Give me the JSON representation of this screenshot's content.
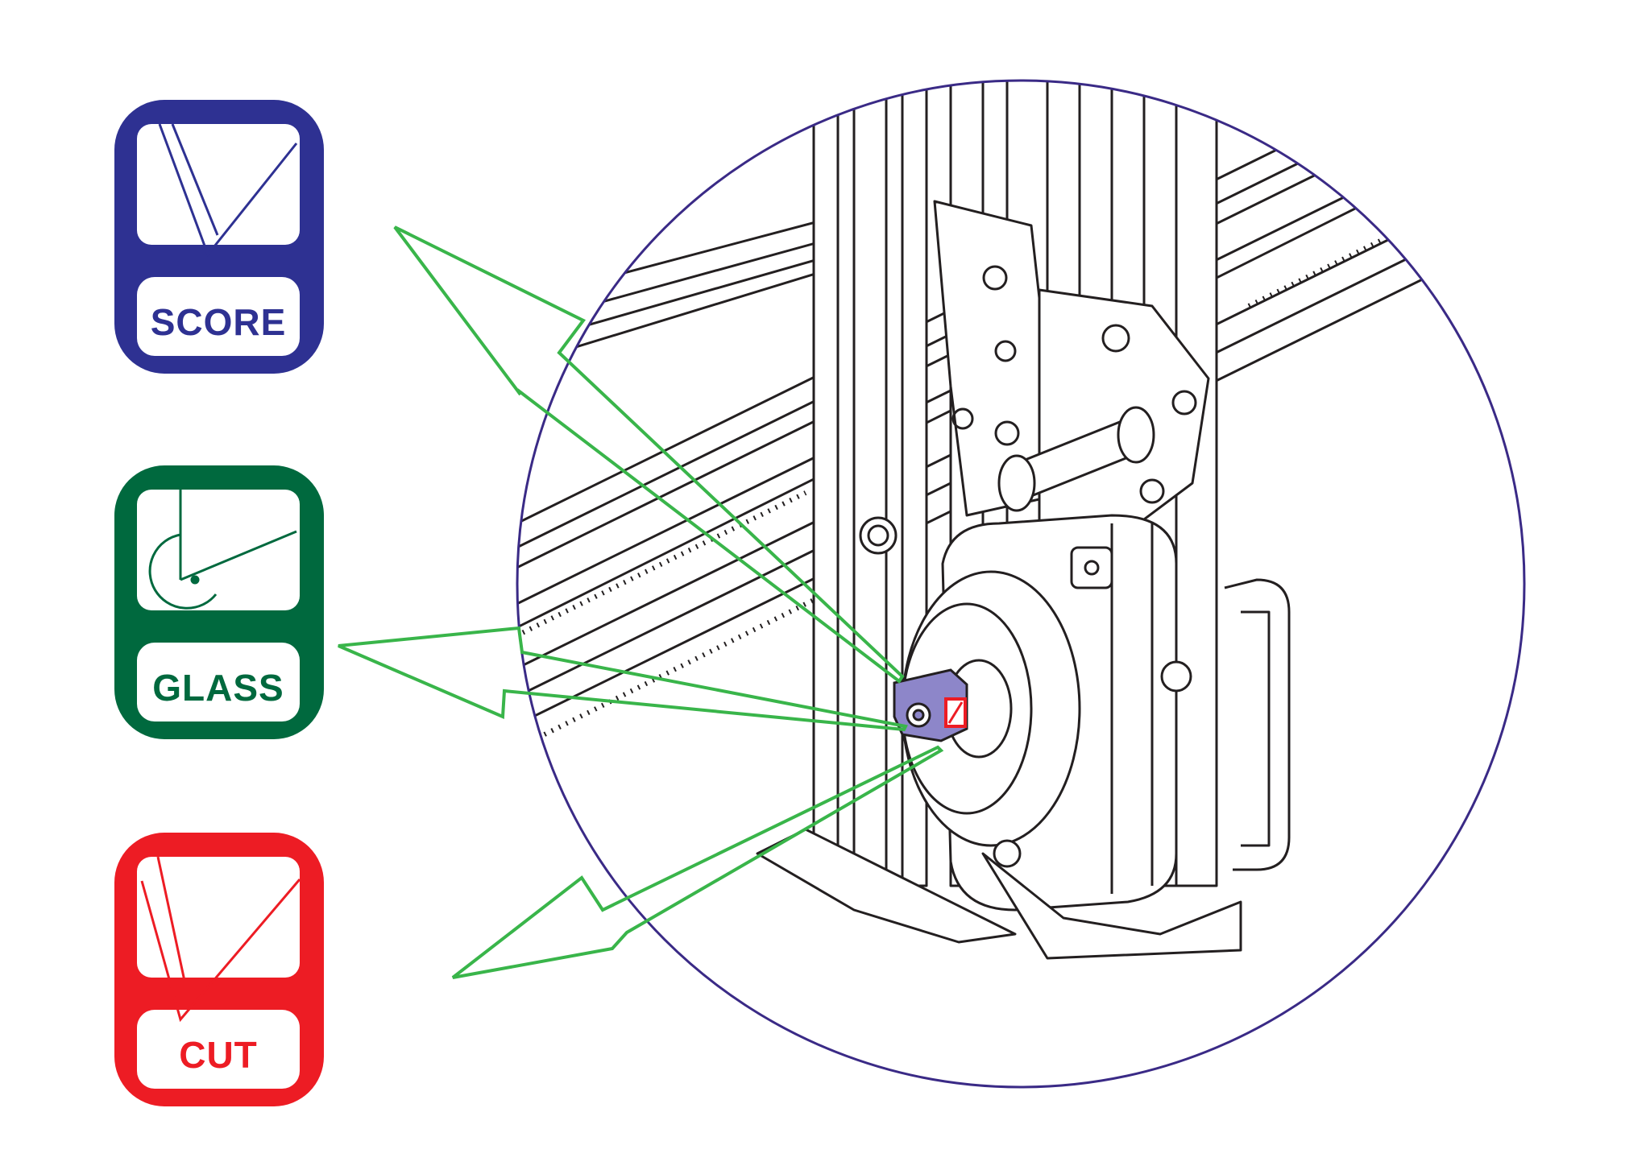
{
  "modes": [
    {
      "id": "score",
      "label": "SCORE",
      "color": "#2e3192"
    },
    {
      "id": "glass",
      "label": "GLASS",
      "color": "#00693e"
    },
    {
      "id": "cut",
      "label": "CUT",
      "color": "#ed1c24"
    }
  ],
  "colors": {
    "arrow": "#39b54a",
    "circle": "#3a2a86",
    "line": "#231f20",
    "knob": "#8d86c9",
    "knob_face": "#ed1c24"
  },
  "icons": [
    "score-icon",
    "glass-icon",
    "cut-icon",
    "mode-selector-knob-icon"
  ]
}
